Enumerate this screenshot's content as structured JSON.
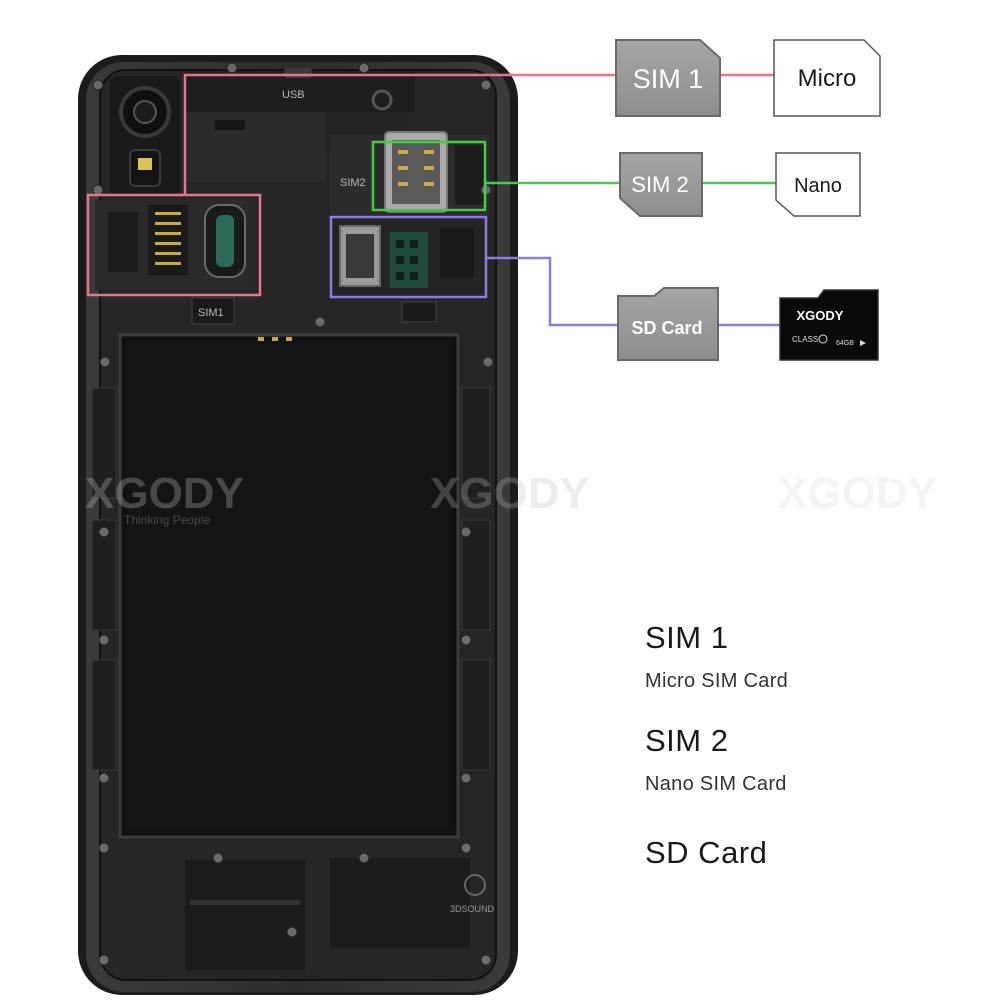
{
  "colors": {
    "sim1_line": "#e8758a",
    "sim2_line": "#44cc44",
    "sd_line": "#8c7ce0",
    "chip_gray": "#9a9a9a",
    "phone_body": "#2a2a2a",
    "battery": "#121212"
  },
  "watermark": {
    "brand": "XGODY",
    "tagline": "Thinking People"
  },
  "phone_labels": {
    "usb": "USB",
    "sim2_slot": "SIM2",
    "sim1_slot": "SIM1",
    "sound": "3DSOUND"
  },
  "callouts": {
    "sim1": {
      "label": "SIM 1",
      "card": "Micro"
    },
    "sim2": {
      "label": "SIM 2",
      "card": "Nano"
    },
    "sd": {
      "label": "SD Card",
      "card_brand": "XGODY",
      "card_class": "CLASS",
      "card_capacity": "64GB"
    }
  },
  "legend": [
    {
      "title": "SIM 1",
      "subtitle": "Micro SIM Card"
    },
    {
      "title": "SIM 2",
      "subtitle": "Nano SIM Card"
    },
    {
      "title": "SD Card",
      "subtitle": ""
    }
  ]
}
